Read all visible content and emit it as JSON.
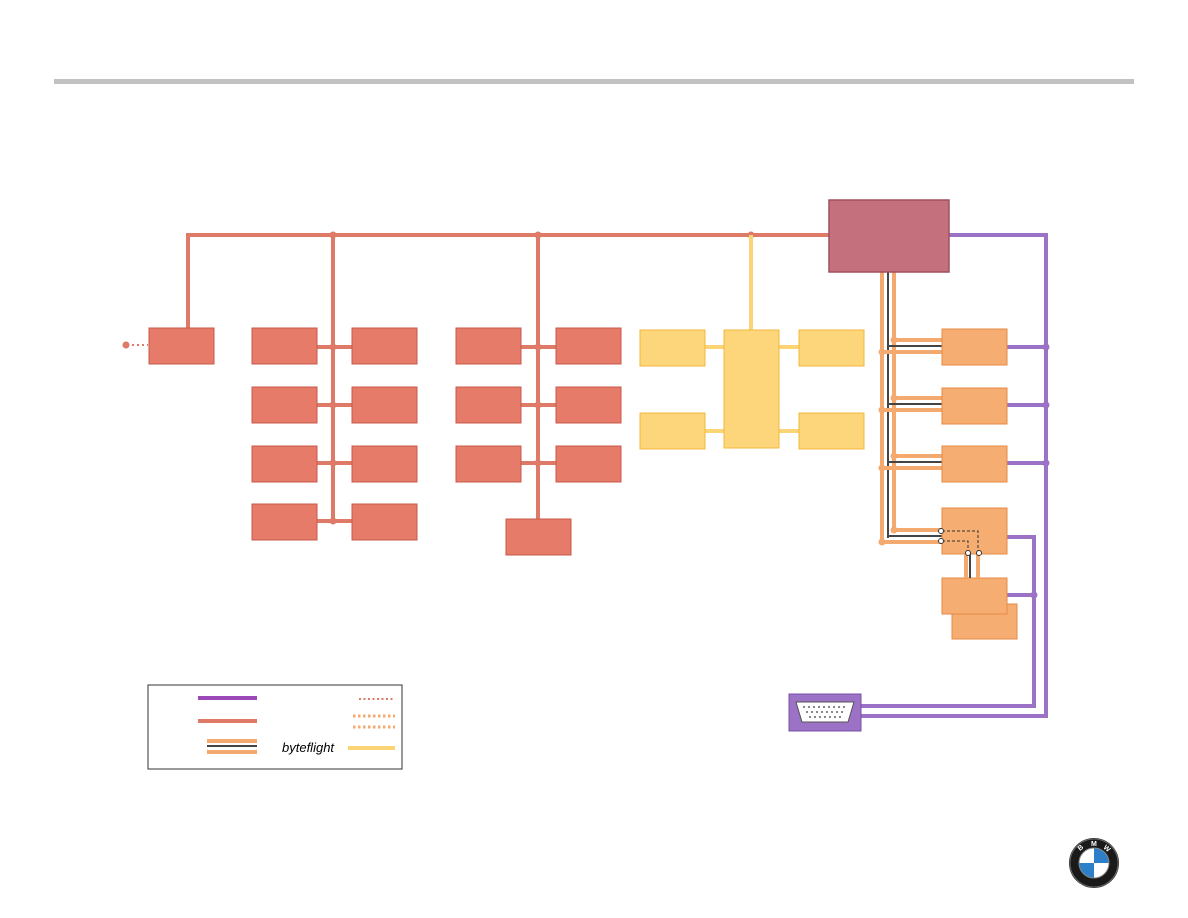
{
  "colors": {
    "purple_bus": "#9b72c5",
    "red_bus": "#e07a68",
    "orange_bus": "#f4a96e",
    "yellow_bus": "#fbd575",
    "dark_wire": "#444444",
    "red_module": "#e57b68",
    "orange_module": "#f6ad72",
    "yellow_module": "#fdd57b",
    "gateway": "#c4707d",
    "connector": "#9b72c5",
    "top_rule": "#c2c2c2"
  },
  "legend": {
    "byteflight_label": "byteflight"
  },
  "logo": {
    "letters": [
      "B",
      "M",
      "W"
    ]
  }
}
